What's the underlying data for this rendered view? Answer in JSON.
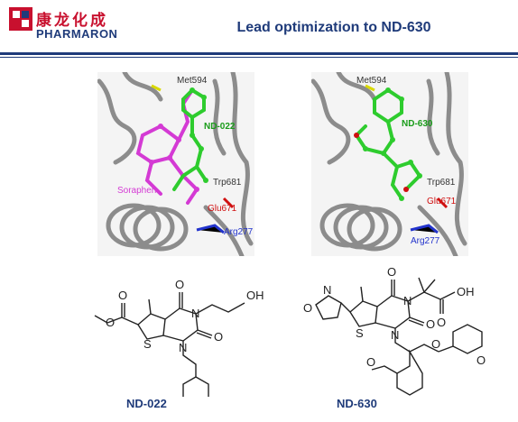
{
  "header": {
    "logo_cn": "康龙化成",
    "logo_en": "PHARMARON",
    "title": "Lead optimization to ND-630"
  },
  "left_panel": {
    "labels": {
      "met": "Met594",
      "ligand": "ND-022",
      "trp": "Trp681",
      "soraphen": "Soraphen",
      "glu": "Glu671",
      "arg": "Arg277"
    },
    "structure_caption": "ND-022"
  },
  "right_panel": {
    "labels": {
      "met": "Met594",
      "ligand": "ND-630",
      "trp": "Trp681",
      "glu": "Glu671",
      "arg": "Arg277"
    },
    "structure_caption": "ND-630"
  },
  "atoms": {
    "O": "O",
    "N": "N",
    "S": "S",
    "OH": "OH"
  },
  "colors": {
    "brand_red": "#c8102e",
    "brand_blue": "#1f3b7a",
    "ribbon": "#9a9a9a",
    "ligand_green": "#2ecc2e",
    "soraphen_magenta": "#d43ad4",
    "label_red": "#d01010",
    "label_blue": "#2233cc"
  }
}
